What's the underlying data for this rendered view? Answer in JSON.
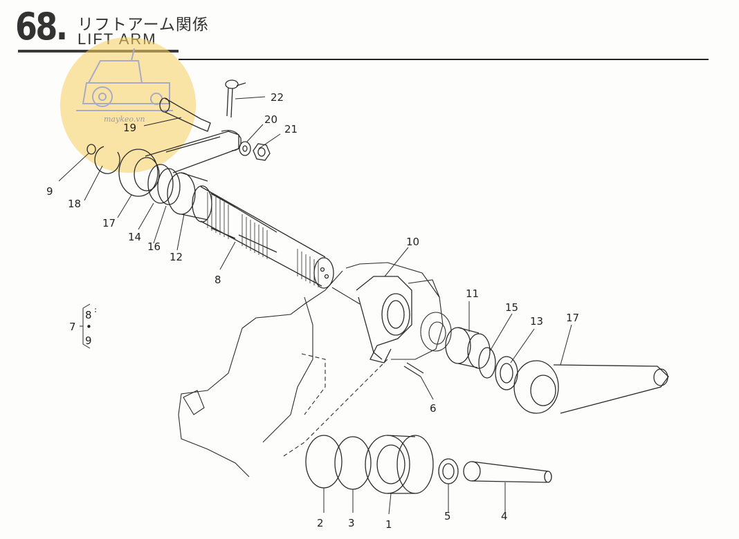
{
  "header": {
    "section_number": "68.",
    "title_jp": "リフトアーム関係",
    "title_en": "LIFT ARM"
  },
  "watermark": {
    "text": "maykeo.vn",
    "icon": "tractor-icon",
    "color": "#f5c64a"
  },
  "callouts": {
    "c22": "22",
    "c20": "20",
    "c21": "21",
    "c19": "19",
    "c9": "9",
    "c18": "18",
    "c17a": "17",
    "c14": "14",
    "c16": "16",
    "c12": "12",
    "c8": "8",
    "c10": "10",
    "c11": "11",
    "c15": "15",
    "c13": "13",
    "c17b": "17",
    "c6": "6",
    "c2": "2",
    "c3": "3",
    "c1": "1",
    "c5": "5",
    "c4": "4"
  },
  "group_note": {
    "parent": "7",
    "child_top": "8",
    "separator": "•",
    "child_bottom": "9"
  }
}
